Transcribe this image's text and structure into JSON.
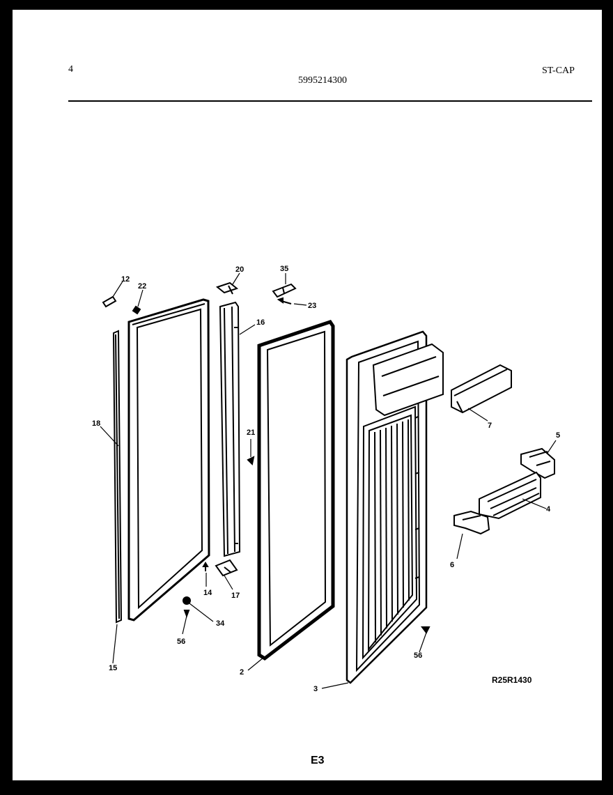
{
  "header": {
    "page_number": "4",
    "part_number": "5995214300",
    "model_code": "ST-CAP"
  },
  "diagram": {
    "figure_code": "R25R1430",
    "page_code": "E3",
    "callouts": {
      "c12": "12",
      "c22": "22",
      "c18a": "18",
      "c15": "15",
      "c20": "20",
      "c16": "16",
      "c21": "21",
      "c14": "14",
      "c17": "17",
      "c34": "34",
      "c56a": "56",
      "c35": "35",
      "c23": "23",
      "c2": "2",
      "c3": "3",
      "c56b": "56",
      "c7": "7",
      "c5": "5",
      "c4": "4",
      "c6": "6"
    }
  }
}
